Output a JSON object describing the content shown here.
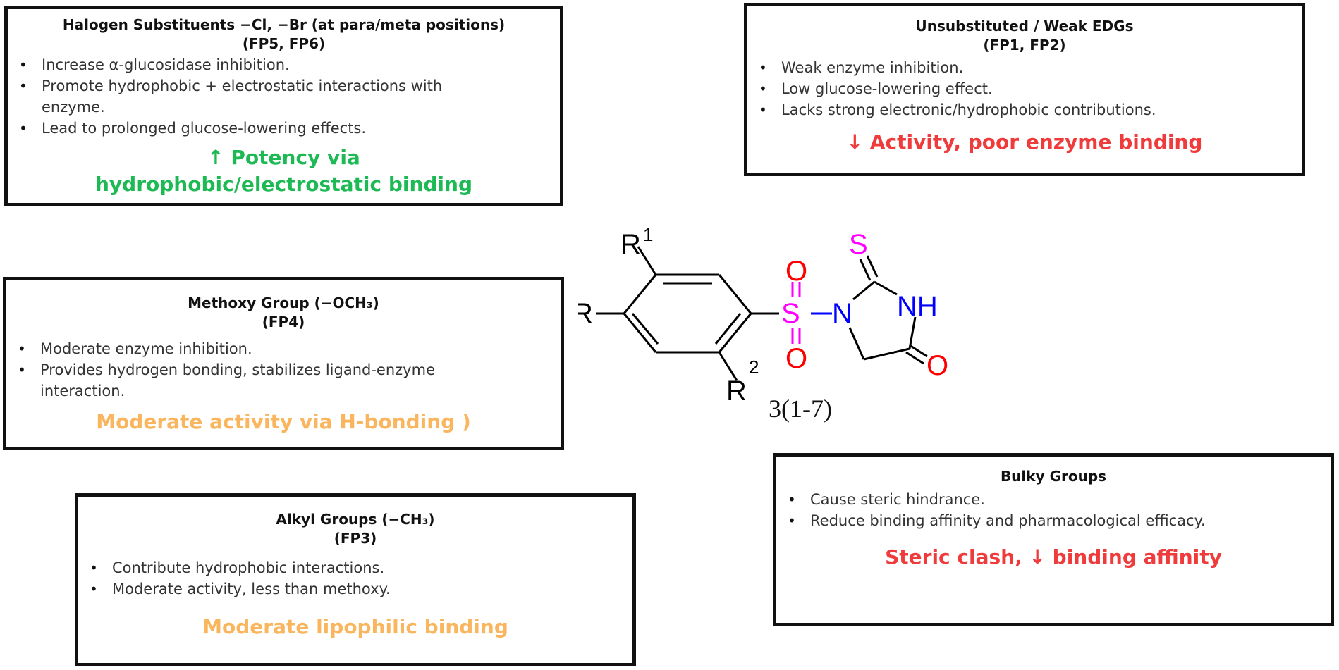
{
  "halogen": {
    "title": "Halogen Substituents −Cl, −Br (at para/meta positions)",
    "subtitle": "(FP5, FP6)",
    "bullets": [
      "Increase α-glucosidase inhibition.",
      "Promote hydrophobic + electrostatic interactions with enzyme.",
      "Lead to prolonged glucose-lowering effects."
    ],
    "conclusion_line1": "↑ Potency via",
    "conclusion_line2": "hydrophobic/electrostatic binding",
    "conclusion_color": "#1db954"
  },
  "unsubstituted": {
    "title": "Unsubstituted / Weak EDGs",
    "subtitle": "(FP1, FP2)",
    "bullets": [
      "Weak enzyme inhibition.",
      "Low glucose-lowering effect.",
      "Lacks strong electronic/hydrophobic contributions."
    ],
    "conclusion": "↓ Activity, poor enzyme binding",
    "conclusion_color": "#ef3b3b"
  },
  "methoxy": {
    "title": "Methoxy Group (−OCH₃)",
    "subtitle": "(FP4)",
    "bullets": [
      "Moderate enzyme inhibition.",
      "Provides hydrogen bonding, stabilizes ligand-enzyme interaction."
    ],
    "conclusion": "Moderate activity via H-bonding )",
    "conclusion_color": "#f9b65e"
  },
  "alkyl": {
    "title": "Alkyl Groups (−CH₃)",
    "subtitle": "(FP3)",
    "bullets": [
      "Contribute hydrophobic interactions.",
      "Moderate activity, less than methoxy."
    ],
    "conclusion": "Moderate lipophilic binding",
    "conclusion_color": "#f9b65e"
  },
  "bulky": {
    "title": "Bulky Groups",
    "bullets": [
      "Cause steric hindrance.",
      "Reduce binding affinity and pharmacological efficacy."
    ],
    "conclusion": "Steric clash, ↓ binding affinity",
    "conclusion_color": "#ef3b3b"
  },
  "structure": {
    "r1_label": "R",
    "r1_sup": "1",
    "r_label": "R",
    "r2_label": "R",
    "r2_sup": "2",
    "s_atom": "S",
    "o_atom": "O",
    "n_atom": "N",
    "nh_atom": "NH",
    "thione_s": "S",
    "compound_label": "3(1-7)",
    "colors": {
      "sulfur": "#ff00ff",
      "oxygen": "#ff0000",
      "nitrogen": "#0000ff",
      "bond": "#000000"
    }
  }
}
